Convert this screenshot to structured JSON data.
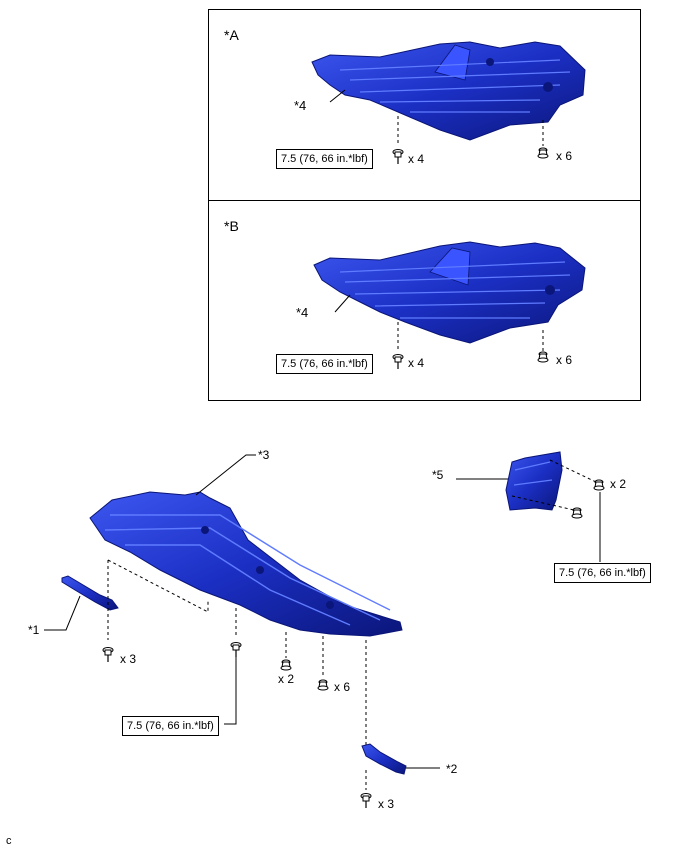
{
  "diagram": {
    "panel_a": {
      "tag": "*A",
      "part_label": "*4",
      "torque": "7.5 (76, 66 in.*lbf)",
      "bolt_qty": "x 4",
      "clip_qty": "x 6"
    },
    "panel_b": {
      "tag": "*B",
      "part_label": "*4",
      "torque": "7.5 (76, 66 in.*lbf)",
      "bolt_qty": "x 4",
      "clip_qty": "x 6"
    },
    "main": {
      "cover_label": "*3",
      "left_plate_label": "*1",
      "right_plate_label": "*2",
      "left_qty": "x 3",
      "mid_qty": "x 2",
      "clip_qty": "x 6",
      "right_qty": "x 3",
      "torque": "7.5 (76, 66 in.*lbf)"
    },
    "side_part": {
      "label": "*5",
      "qty": "x 2",
      "torque": "7.5 (76, 66 in.*lbf)"
    },
    "figure_code": "c",
    "colors": {
      "part_blue": "#1a2fbf",
      "part_dark": "#0a1577",
      "part_light": "#4a66ff",
      "line": "#000000"
    }
  }
}
